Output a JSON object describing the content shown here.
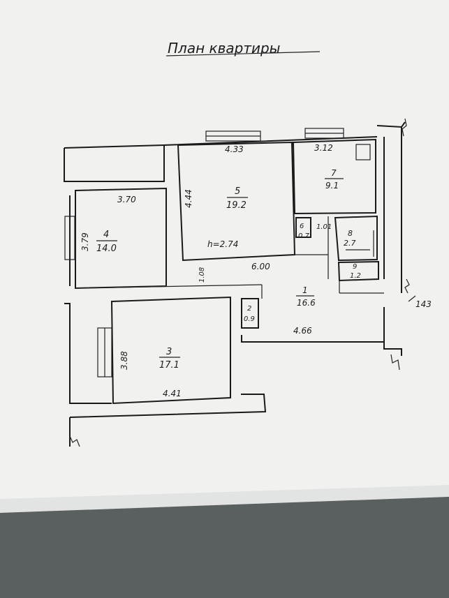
{
  "title": "План квартиры",
  "rooms": [
    {
      "id": "1",
      "area": "16.6"
    },
    {
      "id": "2",
      "area": "0.9"
    },
    {
      "id": "3",
      "area": "17.1"
    },
    {
      "id": "4",
      "area": "14.0"
    },
    {
      "id": "5",
      "area": "19.2"
    },
    {
      "id": "6",
      "area": "0.7"
    },
    {
      "id": "7",
      "area": "9.1"
    },
    {
      "id": "8",
      "area": "2.7"
    },
    {
      "id": "9",
      "area": "1.2"
    }
  ],
  "dimensions": {
    "room5_width": "4.33",
    "room7_width": "3.12",
    "room4_width": "3.70",
    "room5_side": "4.44",
    "room4_side": "3.79",
    "room5_bottom": "6.00",
    "corridor_small": "1.01",
    "door_gap": "1.08",
    "room3_side": "3.88",
    "room3_width": "4.41",
    "room1_width": "4.66",
    "ceiling_height": "h=2.74",
    "facade": "143"
  },
  "colors": {
    "paper": "#f1f2f0",
    "table": "#5a5f60",
    "ink": "#1a1a1a"
  }
}
